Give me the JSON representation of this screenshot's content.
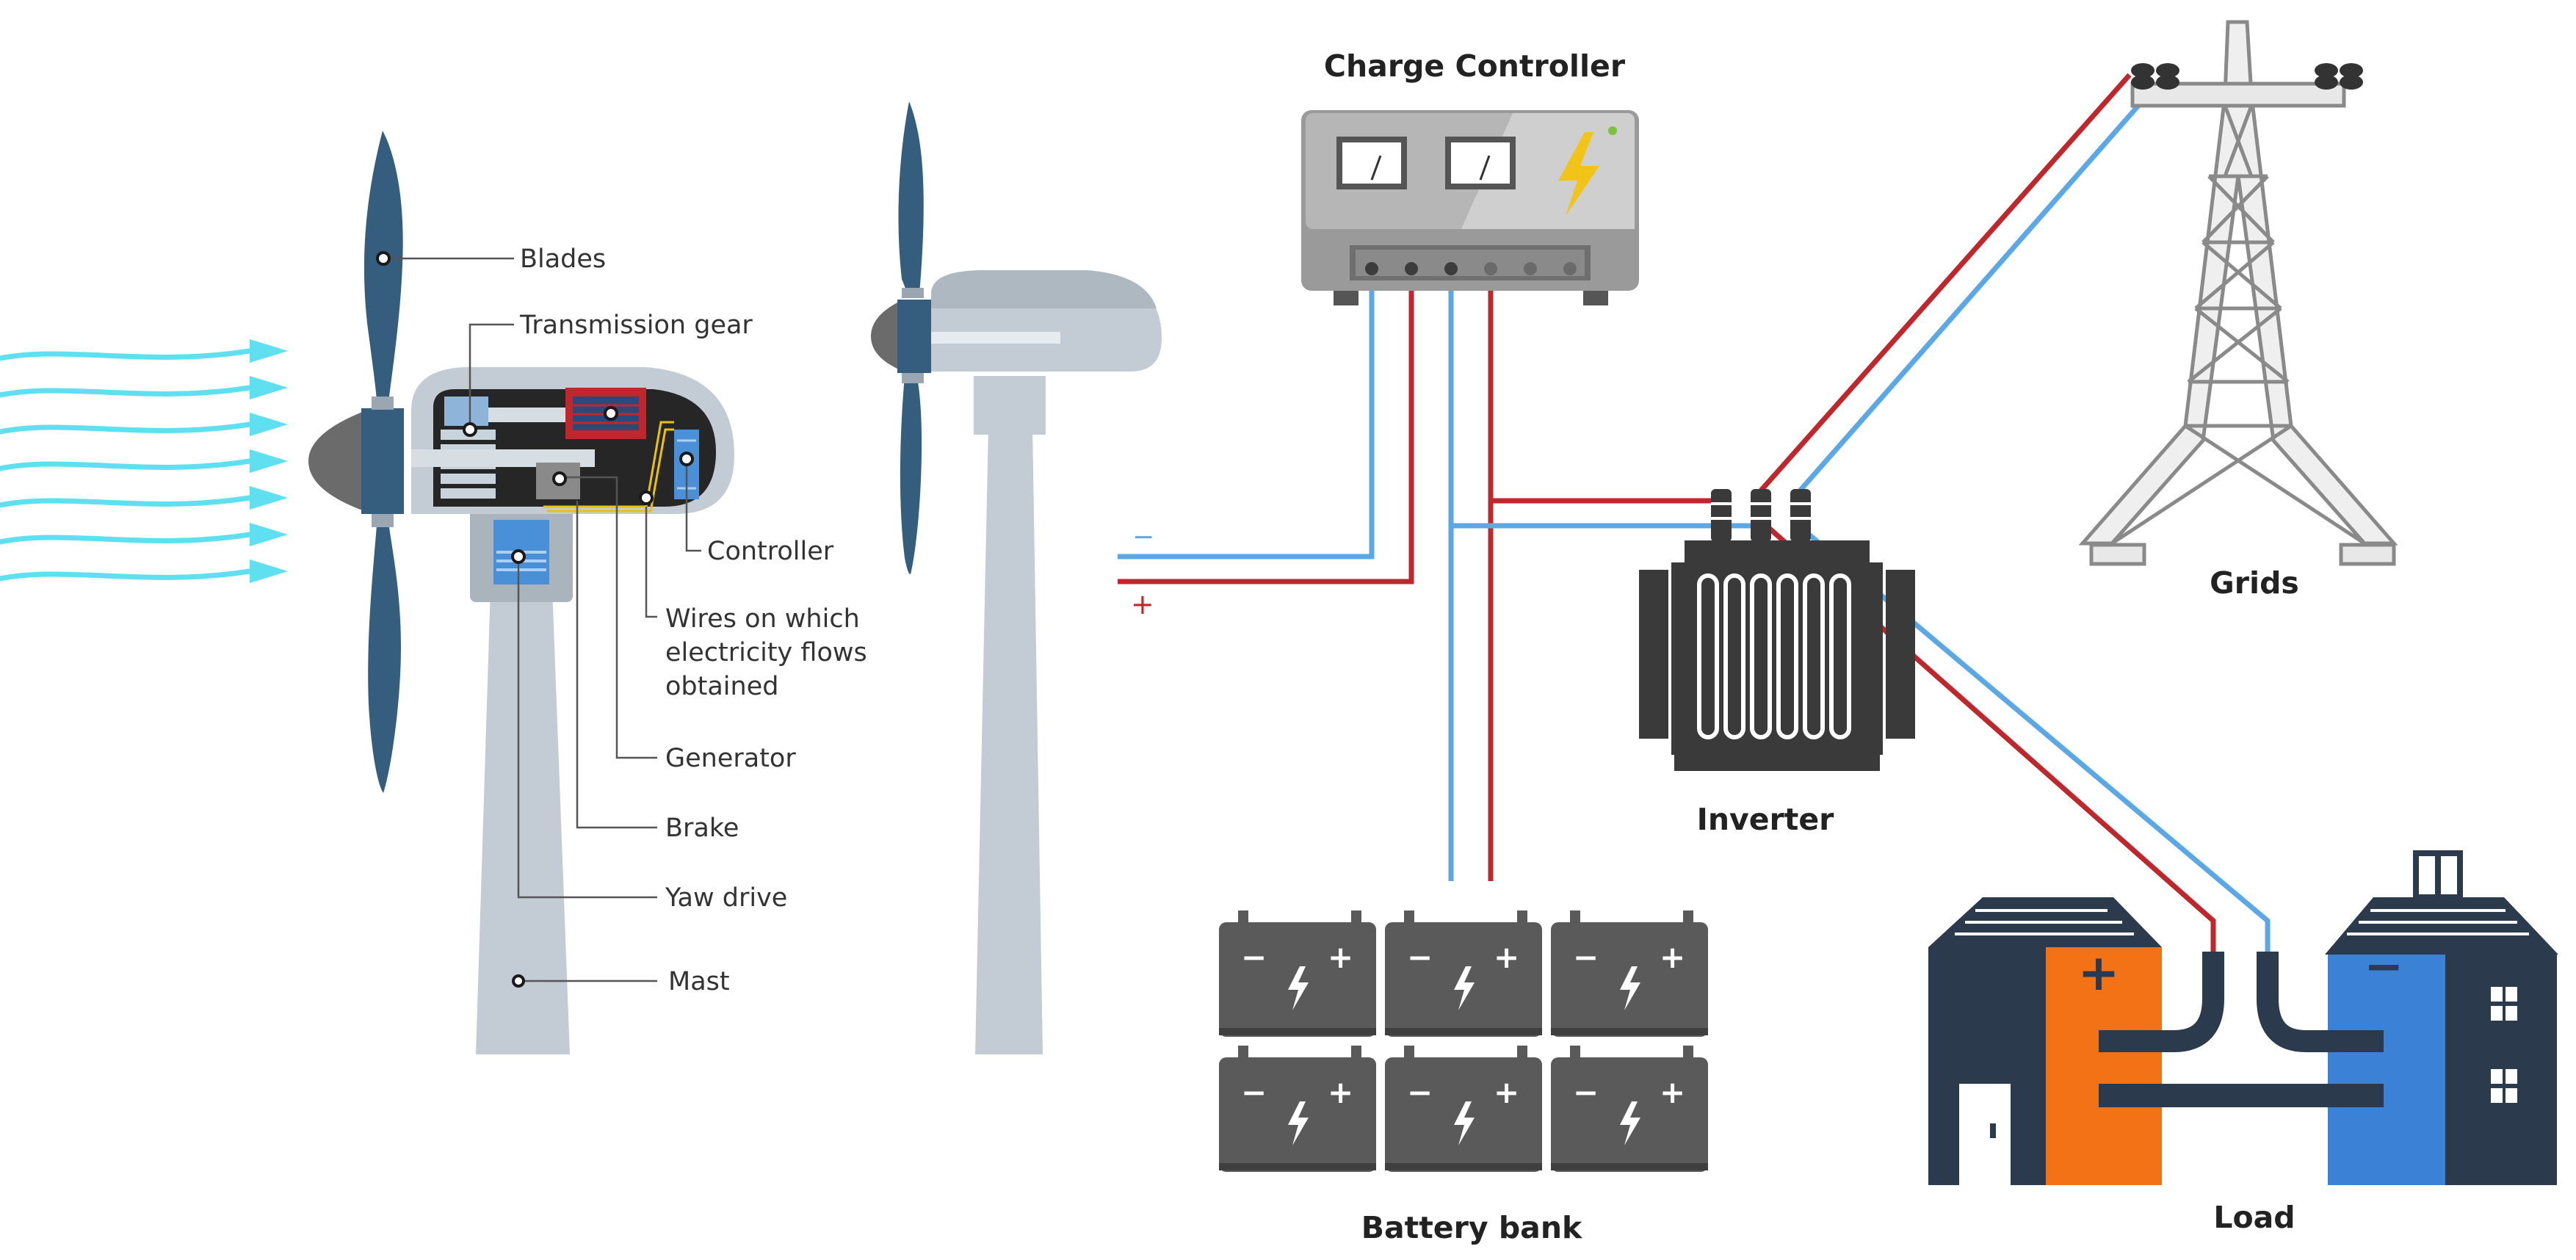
{
  "titles": {
    "charge_controller": "Charge Controller",
    "grids": "Grids",
    "inverter": "Inverter",
    "battery_bank": "Battery bank",
    "load": "Load"
  },
  "turbine_labels": {
    "blades": "Blades",
    "transmission_gear": "Transmission gear",
    "controller": "Controller",
    "wires_line1": "Wires on which",
    "wires_line2": "electricity flows",
    "wires_line3": "obtained",
    "generator": "Generator",
    "brake": "Brake",
    "yaw_drive": "Yaw drive",
    "mast": "Mast"
  },
  "signs": {
    "minus": "−",
    "plus": "+"
  },
  "colors": {
    "wire_negative": "#5aa9e6",
    "wire_positive": "#c0272d",
    "blade": "#355e7e",
    "nacelle": "#c3ccd4",
    "mast": "#c3ccd4",
    "wind_arrow": "#5ee0f0",
    "battery": "#5a5a5a",
    "house_orange": "#f47216",
    "house_blue": "#3b82d6",
    "house_dark": "#2c3a4d",
    "inverter": "#3a3a3a",
    "tower": "#dcdcdc"
  }
}
